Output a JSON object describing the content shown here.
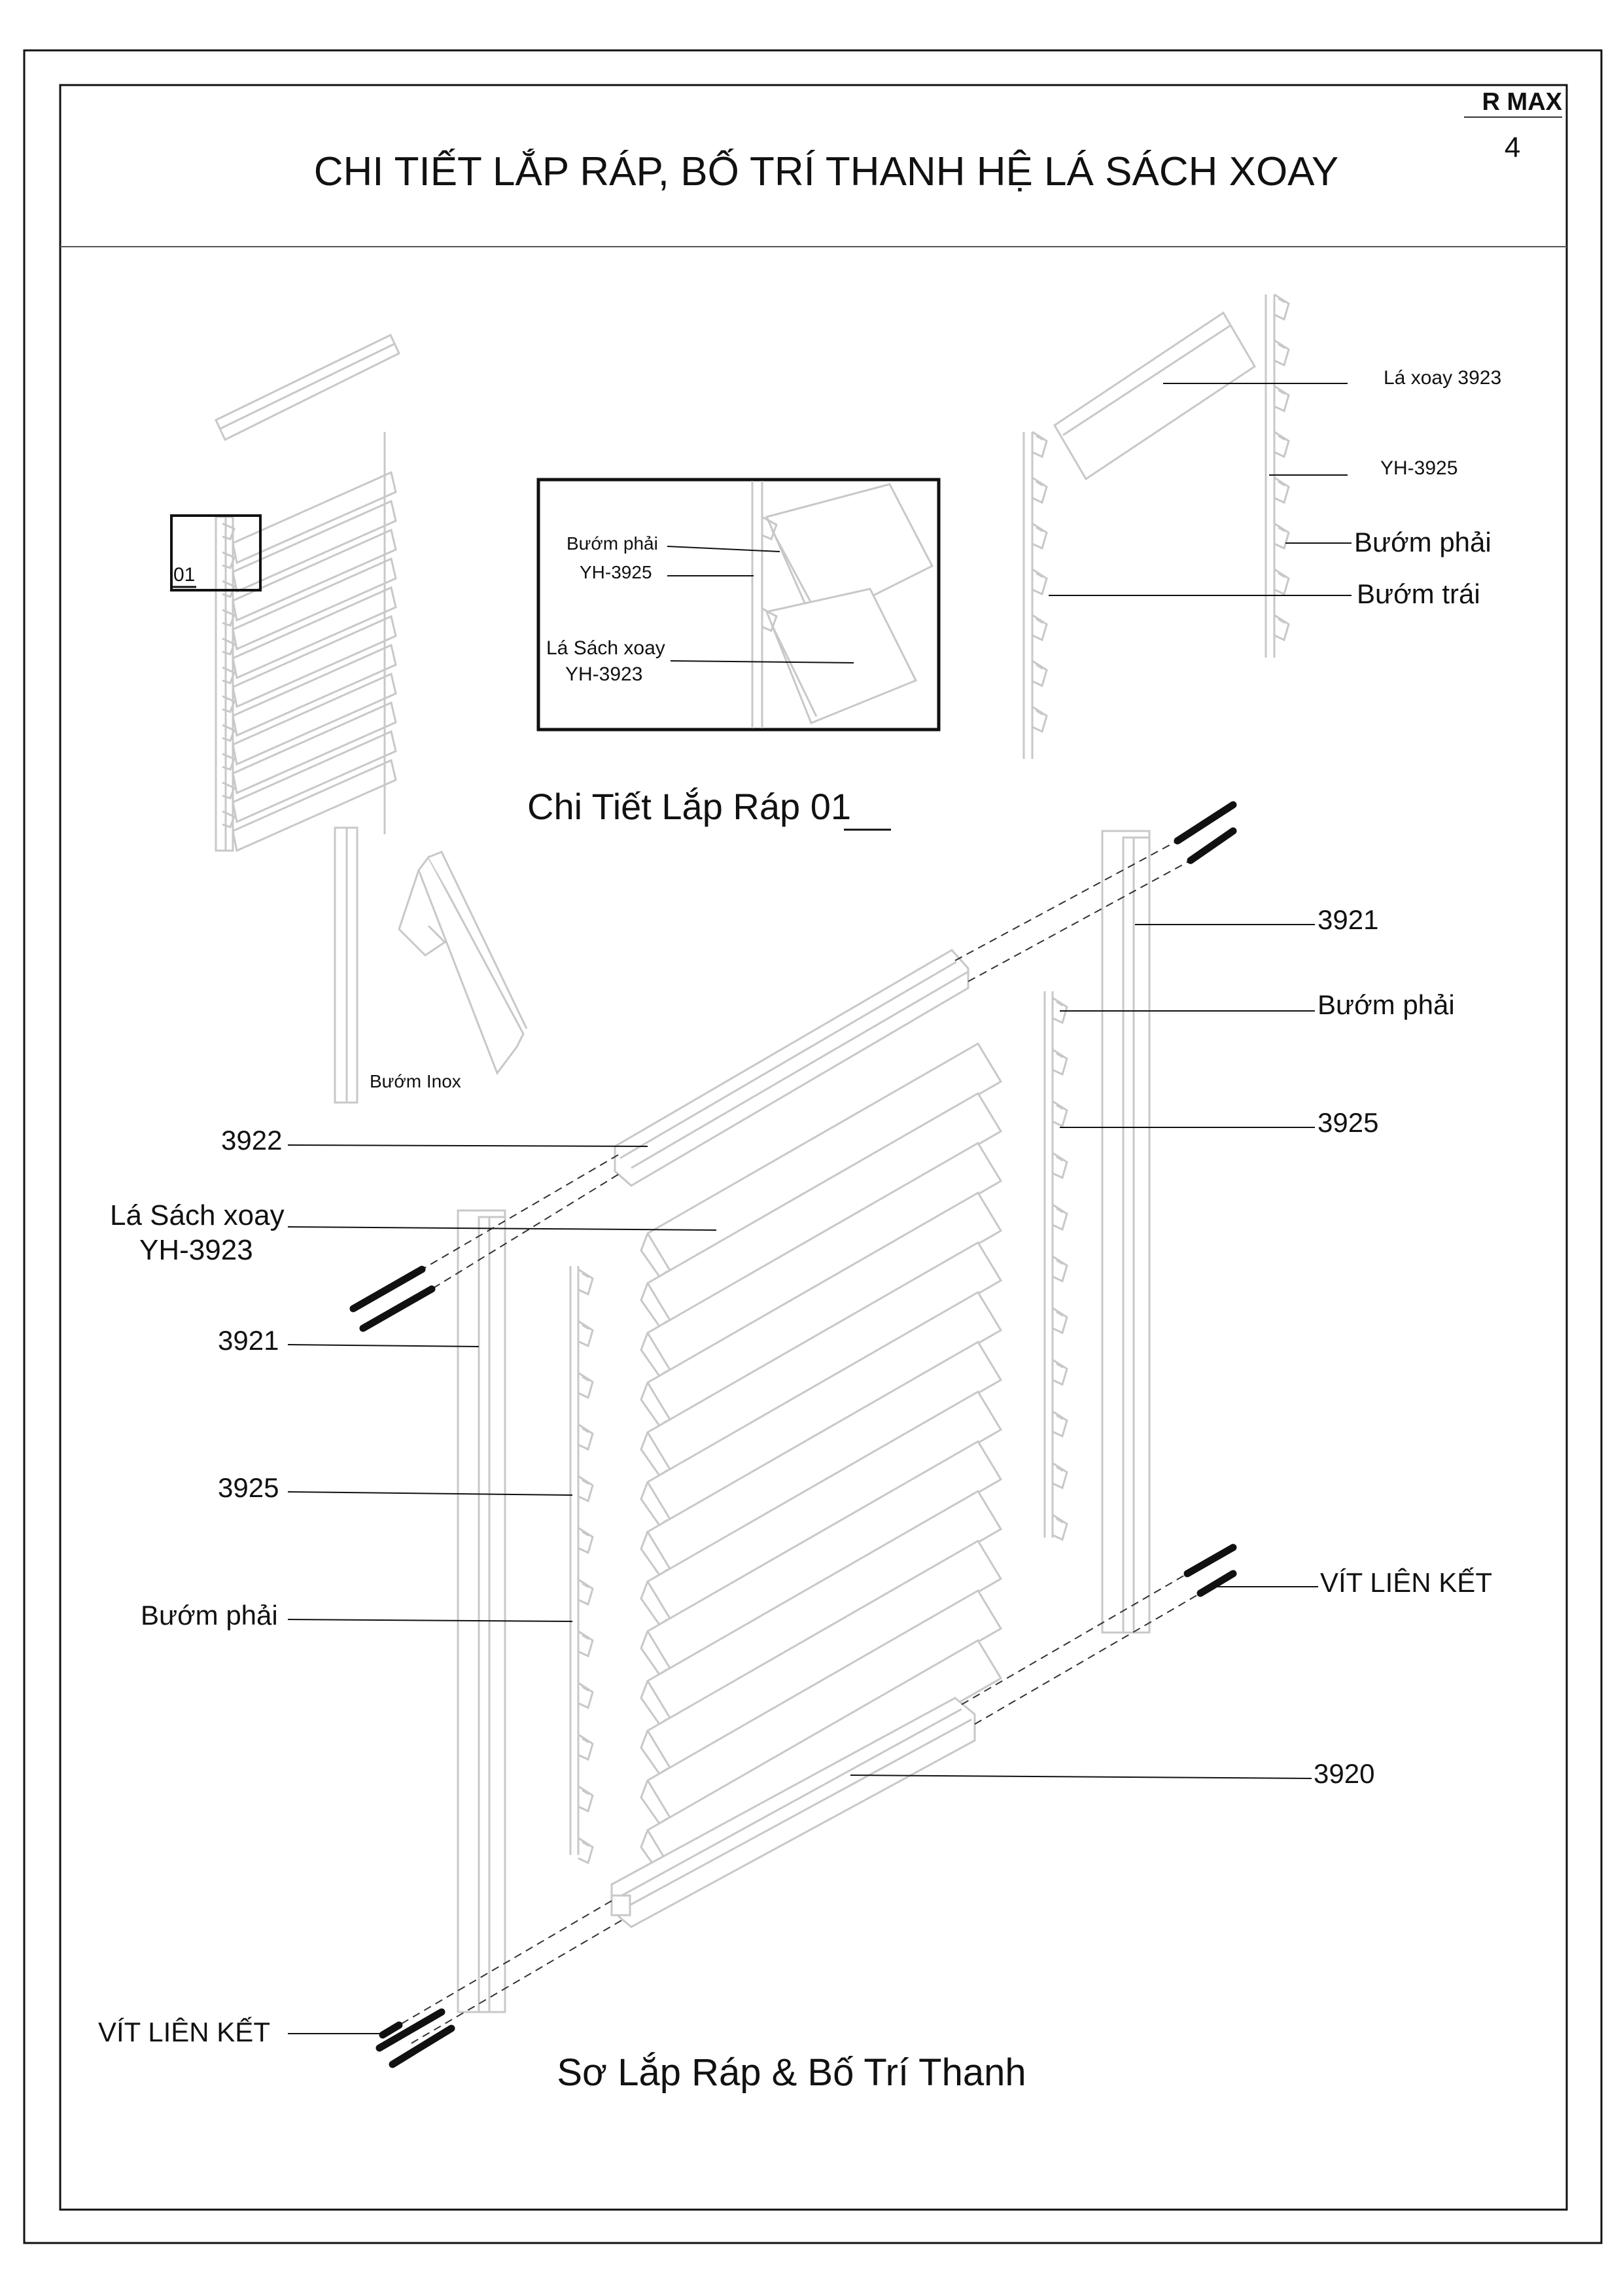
{
  "header": {
    "title": "CHI TIẾT  LẮP RÁP, BỐ TRÍ THANH HỆ LÁ SÁCH XOAY",
    "page_number": "4",
    "logo_text": "R MAX"
  },
  "detail_01": {
    "marker": "01",
    "inset": {
      "label_buom_phai": "Bướm phải",
      "label_yh3925": "YH-3925",
      "label_la_sach_line1": "Lá Sách xoay",
      "label_la_sach_line2": "YH-3923"
    },
    "right_exploded": {
      "label_la_xoay": "Lá xoay 3923",
      "label_yh3925": "YH-3925",
      "label_buom_phai": "Bướm phải",
      "label_buom_trai": "Bướm trái"
    },
    "caption_prefix": "Chi Tiết Lắp Ráp ",
    "caption_number": "01",
    "buom_inox_label": "Bướm Inox"
  },
  "assembly": {
    "labels": {
      "right_3921": "3921",
      "right_buom_phai": "Bướm phải",
      "right_3925": "3925",
      "top_3922": "3922",
      "la_sach_line1": "Lá Sách xoay",
      "la_sach_line2": "YH-3923",
      "left_3921": "3921",
      "left_3925": "3925",
      "left_buom_phai": "Bướm phải",
      "vit_right": "VÍT LIÊN KẾT",
      "bottom_3920": "3920",
      "vit_left": "VÍT LIÊN KẾT"
    },
    "caption": "Sơ Lắp Ráp & Bố Trí Thanh"
  },
  "colors": {
    "ink": "#111111",
    "part_outline": "#c8c8c8",
    "part_fill": "#ffffff"
  }
}
